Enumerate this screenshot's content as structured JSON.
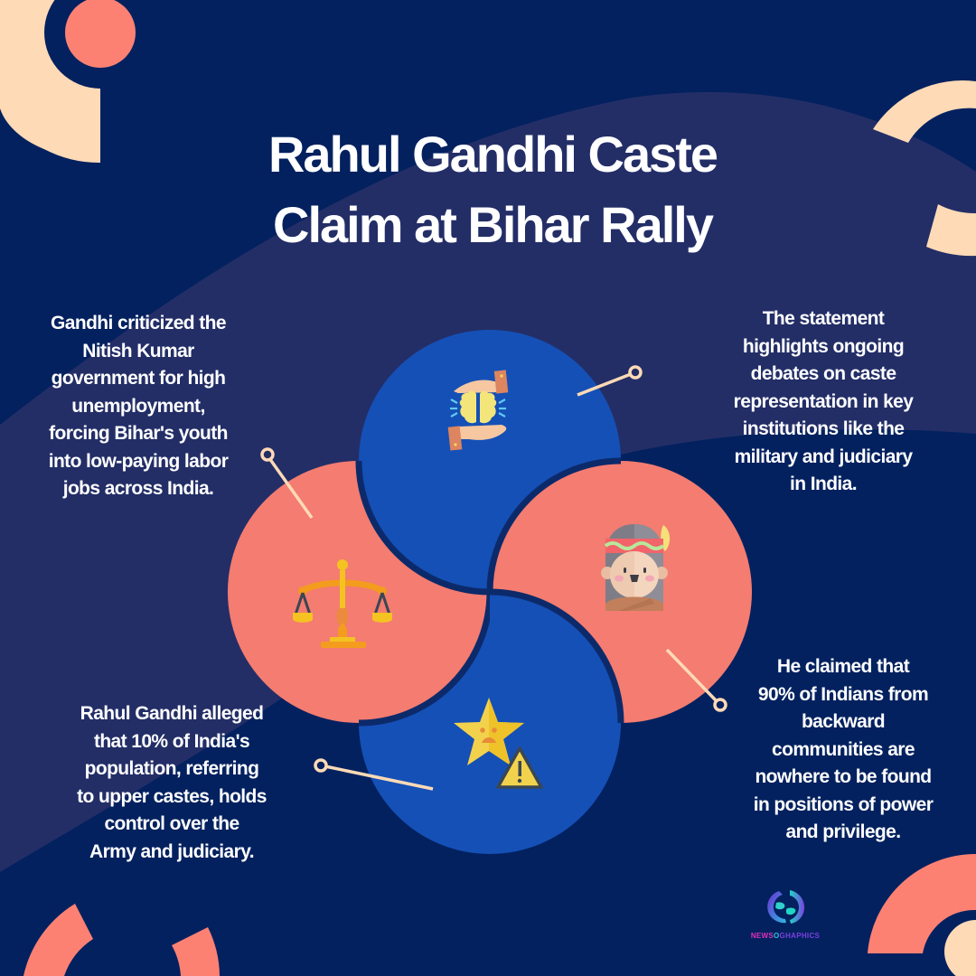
{
  "title": {
    "line1": "Rahul Gandhi Caste",
    "line2": "Claim at Bihar Rally"
  },
  "notes": {
    "top_left": "Gandhi criticized the Nitish Kumar government for high unemployment, forcing Bihar's youth into low-paying labor jobs across India.",
    "top_right": "The statement highlights ongoing debates on caste representation in key institutions like the military and judiciary in India.",
    "bottom_left": "Rahul Gandhi alleged that 10% of India's population, referring to upper castes, holds control over the Army and judiciary.",
    "bottom_right": "He claimed that 90% of Indians from backward communities are nowhere to be found in positions of power and privilege."
  },
  "notes_lines": {
    "top_left": [
      "Gandhi criticized the",
      "Nitish Kumar",
      "government for high",
      "unemployment,",
      "forcing Bihar's youth",
      "into low-paying labor",
      "jobs across India."
    ],
    "top_right": [
      "The statement",
      "highlights ongoing",
      "debates on caste",
      "representation in key",
      "institutions like the",
      "military and judiciary",
      "in India."
    ],
    "bottom_left": [
      "Rahul Gandhi alleged",
      "that 10% of India's",
      "population, referring",
      "to upper castes, holds",
      "control over the",
      "Army and judiciary."
    ],
    "bottom_right": [
      "He claimed that",
      "90% of Indians from",
      "backward",
      "communities are",
      "nowhere to be found",
      "in positions of power",
      "and privilege."
    ]
  },
  "diagram": {
    "petals": [
      {
        "position": "top",
        "color": "#1550b6",
        "icon": "brain-in-hands-icon"
      },
      {
        "position": "right",
        "color": "#f47c70",
        "icon": "tribal-person-icon"
      },
      {
        "position": "bottom",
        "color": "#1550b6",
        "icon": "sad-star-warning-icon"
      },
      {
        "position": "left",
        "color": "#f47c70",
        "icon": "scales-of-justice-icon"
      }
    ]
  },
  "logo": {
    "text_part1": "NEWS",
    "text_part2": "O",
    "text_part3": "GHAPHICS"
  },
  "colors": {
    "background_dark": "#03215f",
    "background_band": "#232e67",
    "blue_petal": "#1550b6",
    "salmon": "#f47c70",
    "peach": "#fedab6",
    "accent_coral": "#fd8173",
    "text": "#ffffff"
  }
}
